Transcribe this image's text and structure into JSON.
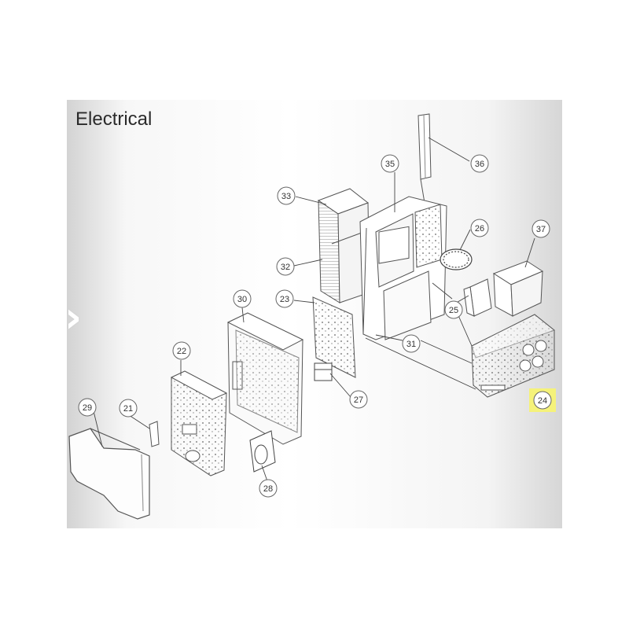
{
  "title": "Electrical",
  "colors": {
    "line": "#555555",
    "callout_fill": "#ffffff",
    "callout_stroke": "#666666",
    "highlight": "#f5f27a",
    "part_fill": "#ffffff"
  },
  "callouts": {
    "c21": "21",
    "c22": "22",
    "c23": "23",
    "c24": "24",
    "c25": "25",
    "c26": "26",
    "c27": "27",
    "c28": "28",
    "c29": "29",
    "c30": "30",
    "c31": "31",
    "c32": "32",
    "c33": "33",
    "c35": "35",
    "c36": "36",
    "c37": "37"
  },
  "highlighted_callout": "24"
}
